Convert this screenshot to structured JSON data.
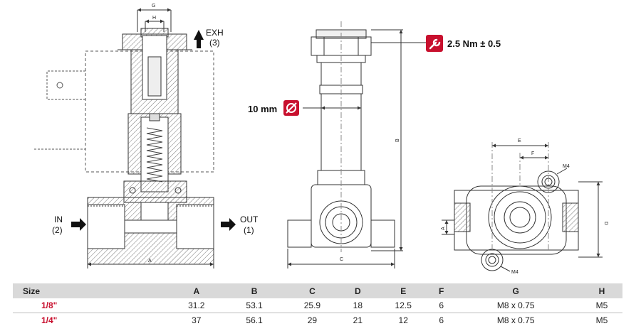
{
  "labels": {
    "G": "G",
    "H": "H",
    "exh": "EXH",
    "exh_port": "(3)",
    "in": "IN",
    "in_port": "(2)",
    "out": "OUT",
    "out_port": "(1)",
    "A": "A",
    "B": "B",
    "C": "C",
    "D": "D",
    "E": "E",
    "F": "F",
    "M4_top": "M4",
    "M4_bottom": "M4",
    "torque": "2.5 Nm ± 0.5",
    "diameter": "10 mm"
  },
  "colors": {
    "accent_red": "#c8102e",
    "table_header_bg": "#d9d9d9",
    "line": "#333333",
    "hatch": "#777777"
  },
  "icons": {
    "torque": "wrench-icon",
    "diameter": "diameter-symbol-icon"
  },
  "table": {
    "headers": [
      "Size",
      "A",
      "B",
      "C",
      "D",
      "E",
      "F",
      "G",
      "H"
    ],
    "rows": [
      [
        "1/8\"",
        "31.2",
        "53.1",
        "25.9",
        "18",
        "12.5",
        "6",
        "M8 x 0.75",
        "M5"
      ],
      [
        "1/4\"",
        "37",
        "56.1",
        "29",
        "21",
        "12",
        "6",
        "M8 x 0.75",
        "M5"
      ]
    ]
  }
}
